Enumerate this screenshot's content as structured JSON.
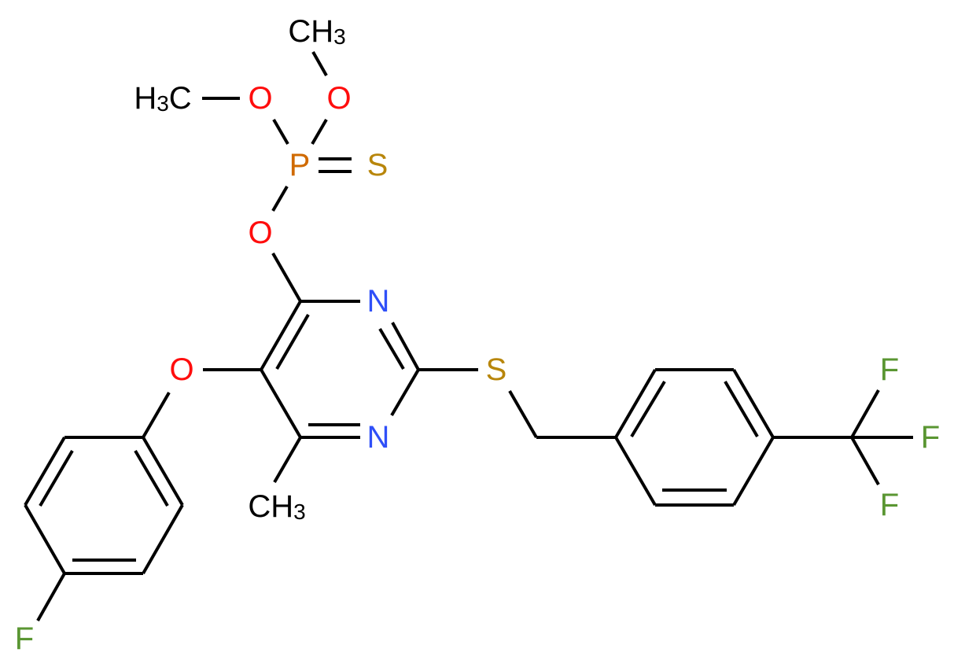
{
  "diagram": {
    "type": "chemical-structure",
    "colors": {
      "bond": "#000000",
      "carbon": "#000000",
      "oxygen": "#ff0d0d",
      "nitrogen": "#3050f8",
      "sulfur": "#b8860b",
      "phosphorus": "#d06a00",
      "fluorine": "#5a9632"
    },
    "atoms": {
      "methyl_top": {
        "main": "CH",
        "sub": "3"
      },
      "methyl_left": {
        "pre": "H",
        "sub": "3",
        "main": "C"
      },
      "o_methoxy_left": "O",
      "o_methoxy_right": "O",
      "phosphorus": "P",
      "sulfur_thiono": "S",
      "o_ester": "O",
      "n3": "N",
      "n1": "N",
      "o_phenoxy": "O",
      "s_thioether": "S",
      "methyl_ring": {
        "main": "CH",
        "sub": "3"
      },
      "f_phenyl": "F",
      "f_cf3_top": "F",
      "f_cf3_mid": "F",
      "f_cf3_bottom": "F"
    }
  }
}
